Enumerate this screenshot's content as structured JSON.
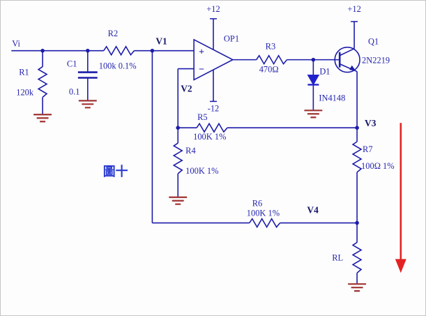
{
  "caption": "圖十",
  "nets": {
    "vi": "Vi",
    "v1": "V1",
    "v2": "V2",
    "v3": "V3",
    "v4": "V4"
  },
  "power": {
    "op_pos": "+12",
    "op_neg": "-12",
    "q1_pos": "+12"
  },
  "opamp": {
    "ref": "OP1",
    "plus": "+",
    "minus": "−"
  },
  "components": {
    "r1": {
      "ref": "R1",
      "value": "120k"
    },
    "c1": {
      "ref": "C1",
      "value": "0.1"
    },
    "r2": {
      "ref": "R2",
      "value": "100k 0.1%"
    },
    "r3": {
      "ref": "R3",
      "value": "470Ω"
    },
    "r4": {
      "ref": "R4",
      "value": "100K 1%"
    },
    "r5": {
      "ref": "R5",
      "value": "100K 1%"
    },
    "r6": {
      "ref": "R6",
      "value": "100K 1%"
    },
    "r7": {
      "ref": "R7",
      "value": "100Ω 1%"
    },
    "rl": {
      "ref": "RL"
    },
    "d1": {
      "ref": "D1",
      "value": "IN4148"
    },
    "q1": {
      "ref": "Q1",
      "value": "2N2219"
    }
  },
  "colors": {
    "wire": "#1c1caa",
    "label": "#2525b0",
    "node_label": "#16166a",
    "caption": "#2a3bd0",
    "ground": "#a03333",
    "diode": "#2222cc",
    "arrow": "#e32222"
  }
}
